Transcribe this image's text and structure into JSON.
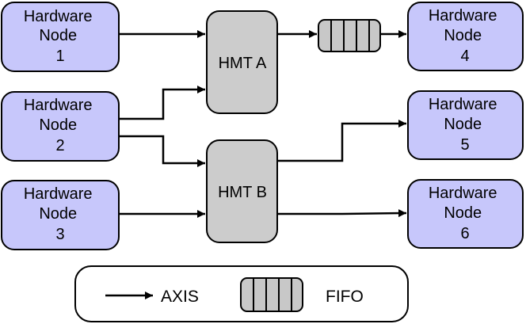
{
  "colors": {
    "node_fill": "#c7c7fb",
    "hmt_fill": "#cccccc",
    "fifo_fill": "#c8c8c8",
    "legend_fill": "#ffffff",
    "stroke": "#000000"
  },
  "nodes": [
    {
      "id": "hw1",
      "lines": [
        "Hardware",
        "Node",
        "1"
      ]
    },
    {
      "id": "hw2",
      "lines": [
        "Hardware",
        "Node",
        "2"
      ]
    },
    {
      "id": "hw3",
      "lines": [
        "Hardware",
        "Node",
        "3"
      ]
    },
    {
      "id": "hw4",
      "lines": [
        "Hardware",
        "Node",
        "4"
      ]
    },
    {
      "id": "hw5",
      "lines": [
        "Hardware",
        "Node",
        "5"
      ]
    },
    {
      "id": "hw6",
      "lines": [
        "Hardware",
        "Node",
        "6"
      ]
    }
  ],
  "hmts": [
    {
      "id": "hmt-a",
      "label": "HMT A"
    },
    {
      "id": "hmt-b",
      "label": "HMT B"
    }
  ],
  "edges": [
    {
      "from": "hw1",
      "to": "hmt-a"
    },
    {
      "from": "hw2",
      "to": "hmt-a"
    },
    {
      "from": "hw2",
      "to": "hmt-b"
    },
    {
      "from": "hw3",
      "to": "hmt-b"
    },
    {
      "from": "hmt-a",
      "to": "hw4",
      "via": "fifo"
    },
    {
      "from": "hmt-b",
      "to": "hw5"
    },
    {
      "from": "hmt-b",
      "to": "hw6"
    }
  ],
  "legend": {
    "axis_label": "AXIS",
    "fifo_label": "FIFO"
  }
}
